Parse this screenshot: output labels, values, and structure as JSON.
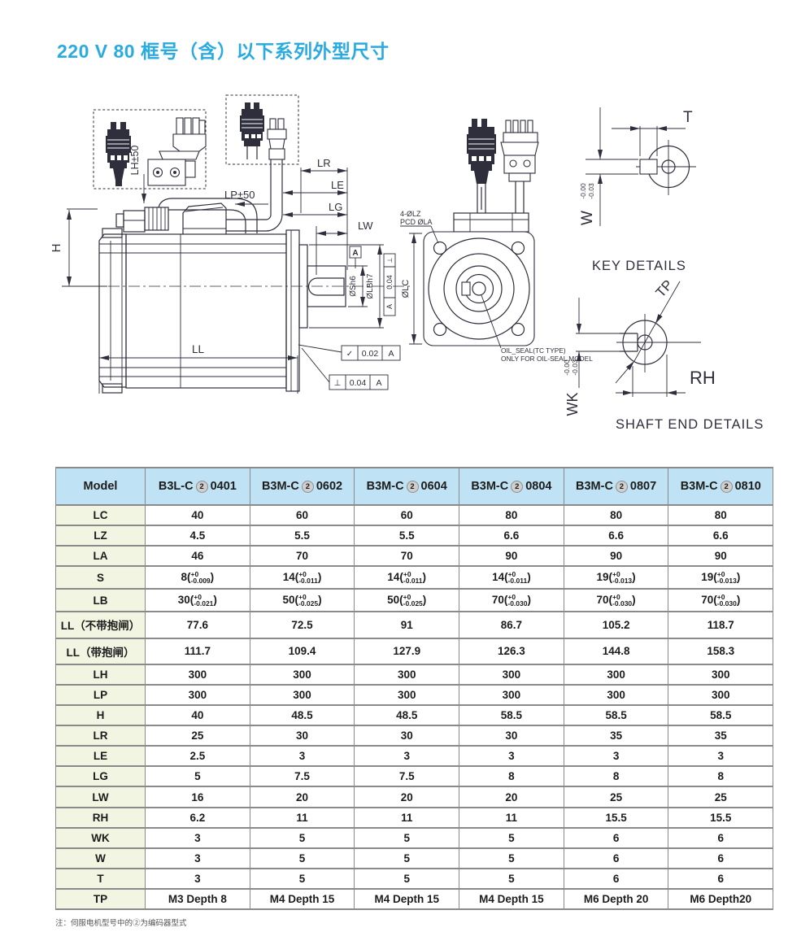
{
  "title": "220 V 80 框号（含）以下系列外型尺寸",
  "colors": {
    "title": "#29abe2",
    "line": "#2e2e3c",
    "border": "#8a8a8a",
    "header_bg": "#bfe3f4",
    "label_bg": "#f3f5e3"
  },
  "drawing": {
    "labels": {
      "h": "H",
      "lh": "LH±50",
      "lp": "LP±50",
      "lr": "LR",
      "le": "LE",
      "lg": "LG",
      "lw": "LW",
      "ll": "LL",
      "shaft_dia": "ØSh6",
      "pilot_dia": "ØLBh7",
      "datum": "A",
      "flat_tol": "0.02",
      "perp_tol": "0.04",
      "holes_line1": "4-ØLZ",
      "holes_line2": "PCD ØLA",
      "flange_dia": "ØLC",
      "oil_line1": "OIL_SEAL(TC TYPE)",
      "oil_line2": "ONLY FOR OIL-SEAL MODEL",
      "key_title": "KEY DETAILS",
      "shaft_title": "SHAFT END DETAILS",
      "t": "T",
      "w": "W",
      "wk": "WK",
      "tp": "TP",
      "rh": "RH",
      "tol_hi": "-0.00",
      "tol_lo": "-0.03"
    }
  },
  "table": {
    "headers": [
      {
        "text": "Model"
      },
      {
        "prefix": "B3L-C",
        "enc": "2",
        "suffix": "0401"
      },
      {
        "prefix": "B3M-C",
        "enc": "2",
        "suffix": "0602"
      },
      {
        "prefix": "B3M-C",
        "enc": "2",
        "suffix": "0604"
      },
      {
        "prefix": "B3M-C",
        "enc": "2",
        "suffix": "0804"
      },
      {
        "prefix": "B3M-C",
        "enc": "2",
        "suffix": "0807"
      },
      {
        "prefix": "B3M-C",
        "enc": "2",
        "suffix": "0810"
      }
    ],
    "rows": [
      {
        "label": "LC",
        "cells": [
          "40",
          "60",
          "60",
          "80",
          "80",
          "80"
        ]
      },
      {
        "label": "LZ",
        "cells": [
          "4.5",
          "5.5",
          "5.5",
          "6.6",
          "6.6",
          "6.6"
        ]
      },
      {
        "label": "LA",
        "cells": [
          "46",
          "70",
          "70",
          "90",
          "90",
          "90"
        ]
      },
      {
        "label": "S",
        "cells": [
          {
            "m": "8",
            "t": "+0",
            "b": "-0.009"
          },
          {
            "m": "14",
            "t": "+0",
            "b": "-0.011"
          },
          {
            "m": "14",
            "t": "+0",
            "b": "-0.011"
          },
          {
            "m": "14",
            "t": "+0",
            "b": "-0.011"
          },
          {
            "m": "19",
            "t": "+0",
            "b": "-0.013"
          },
          {
            "m": "19",
            "t": "+0",
            "b": "-0.013"
          }
        ]
      },
      {
        "label": "LB",
        "cells": [
          {
            "m": "30",
            "t": "+0",
            "b": "-0.021"
          },
          {
            "m": "50",
            "t": "+0",
            "b": "-0.025"
          },
          {
            "m": "50",
            "t": "+0",
            "b": "-0.025"
          },
          {
            "m": "70",
            "t": "+0",
            "b": "-0.030"
          },
          {
            "m": "70",
            "t": "+0",
            "b": "-0.030"
          },
          {
            "m": "70",
            "t": "+0",
            "b": "-0.030"
          }
        ]
      },
      {
        "label": "LL（不带抱闸）",
        "cells": [
          "77.6",
          "72.5",
          "91",
          "86.7",
          "105.2",
          "118.7"
        ]
      },
      {
        "label": "LL（带抱闸）",
        "cells": [
          "111.7",
          "109.4",
          "127.9",
          "126.3",
          "144.8",
          "158.3"
        ]
      },
      {
        "label": "LH",
        "cells": [
          "300",
          "300",
          "300",
          "300",
          "300",
          "300"
        ]
      },
      {
        "label": "LP",
        "cells": [
          "300",
          "300",
          "300",
          "300",
          "300",
          "300"
        ]
      },
      {
        "label": "H",
        "cells": [
          "40",
          "48.5",
          "48.5",
          "58.5",
          "58.5",
          "58.5"
        ]
      },
      {
        "label": "LR",
        "cells": [
          "25",
          "30",
          "30",
          "30",
          "35",
          "35"
        ]
      },
      {
        "label": "LE",
        "cells": [
          "2.5",
          "3",
          "3",
          "3",
          "3",
          "3"
        ]
      },
      {
        "label": "LG",
        "cells": [
          "5",
          "7.5",
          "7.5",
          "8",
          "8",
          "8"
        ]
      },
      {
        "label": "LW",
        "cells": [
          "16",
          "20",
          "20",
          "20",
          "25",
          "25"
        ]
      },
      {
        "label": "RH",
        "cells": [
          "6.2",
          "11",
          "11",
          "11",
          "15.5",
          "15.5"
        ]
      },
      {
        "label": "WK",
        "cells": [
          "3",
          "5",
          "5",
          "5",
          "6",
          "6"
        ]
      },
      {
        "label": "W",
        "cells": [
          "3",
          "5",
          "5",
          "5",
          "6",
          "6"
        ]
      },
      {
        "label": "T",
        "cells": [
          "3",
          "5",
          "5",
          "5",
          "6",
          "6"
        ]
      },
      {
        "label": "TP",
        "cells": [
          "M3 Depth 8",
          "M4 Depth 15",
          "M4 Depth 15",
          "M4 Depth 15",
          "M6 Depth 20",
          "M6 Depth20"
        ]
      }
    ]
  },
  "note": "注：伺服电机型号中的②为编码器型式"
}
